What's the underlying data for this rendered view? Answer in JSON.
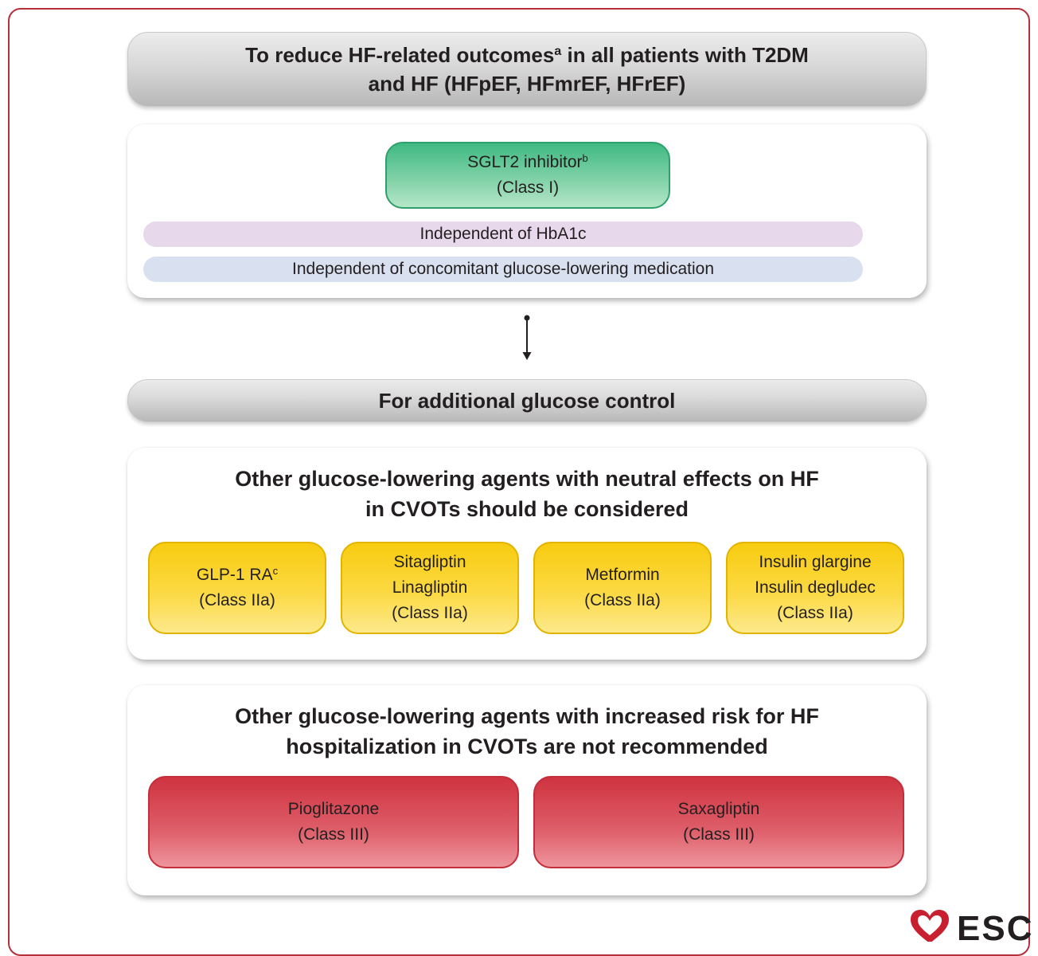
{
  "header_top": {
    "line1_pre": "To reduce HF-related outcomes",
    "line1_sup": "a",
    "line1_post": " in all patients with T2DM",
    "line2": "and HF (HFpEF, HFmrEF, HFrEF)"
  },
  "sglt2_panel": {
    "pill_line1": "SGLT2 inhibitor",
    "pill_sup": "b",
    "pill_line2": "(Class I)",
    "band1": "Independent of HbA1c",
    "band2": "Independent of concomitant glucose-lowering medication"
  },
  "header_additional": {
    "text": "For additional glucose control"
  },
  "neutral_panel": {
    "title_line1": "Other glucose-lowering agents with neutral effects on HF",
    "title_line2": "in CVOTs should be considered",
    "drugs": [
      {
        "line1": "GLP-1 RA",
        "sup": "c",
        "line2": "(Class IIa)"
      },
      {
        "line1": "Sitagliptin",
        "line2": "Linagliptin",
        "line3": "(Class IIa)"
      },
      {
        "line1": "Metformin",
        "line2": "(Class IIa)"
      },
      {
        "line1": "Insulin glargine",
        "line2": "Insulin degludec",
        "line3": "(Class IIa)"
      }
    ]
  },
  "risk_panel": {
    "title_line1": "Other glucose-lowering agents with increased risk for HF",
    "title_line2": "hospitalization in CVOTs are not recommended",
    "drugs": [
      {
        "line1": "Pioglitazone",
        "line2": "(Class III)"
      },
      {
        "line1": "Saxagliptin",
        "line2": "(Class III)"
      }
    ]
  },
  "logo": {
    "text": "ESC"
  },
  "colors": {
    "frame": "#b5303a",
    "class_i": "#3fb982",
    "class_iia": "#f8cc10",
    "class_iii": "#cf3340",
    "band_pink": "#e7d8eb",
    "band_blue": "#d9e1f0"
  }
}
